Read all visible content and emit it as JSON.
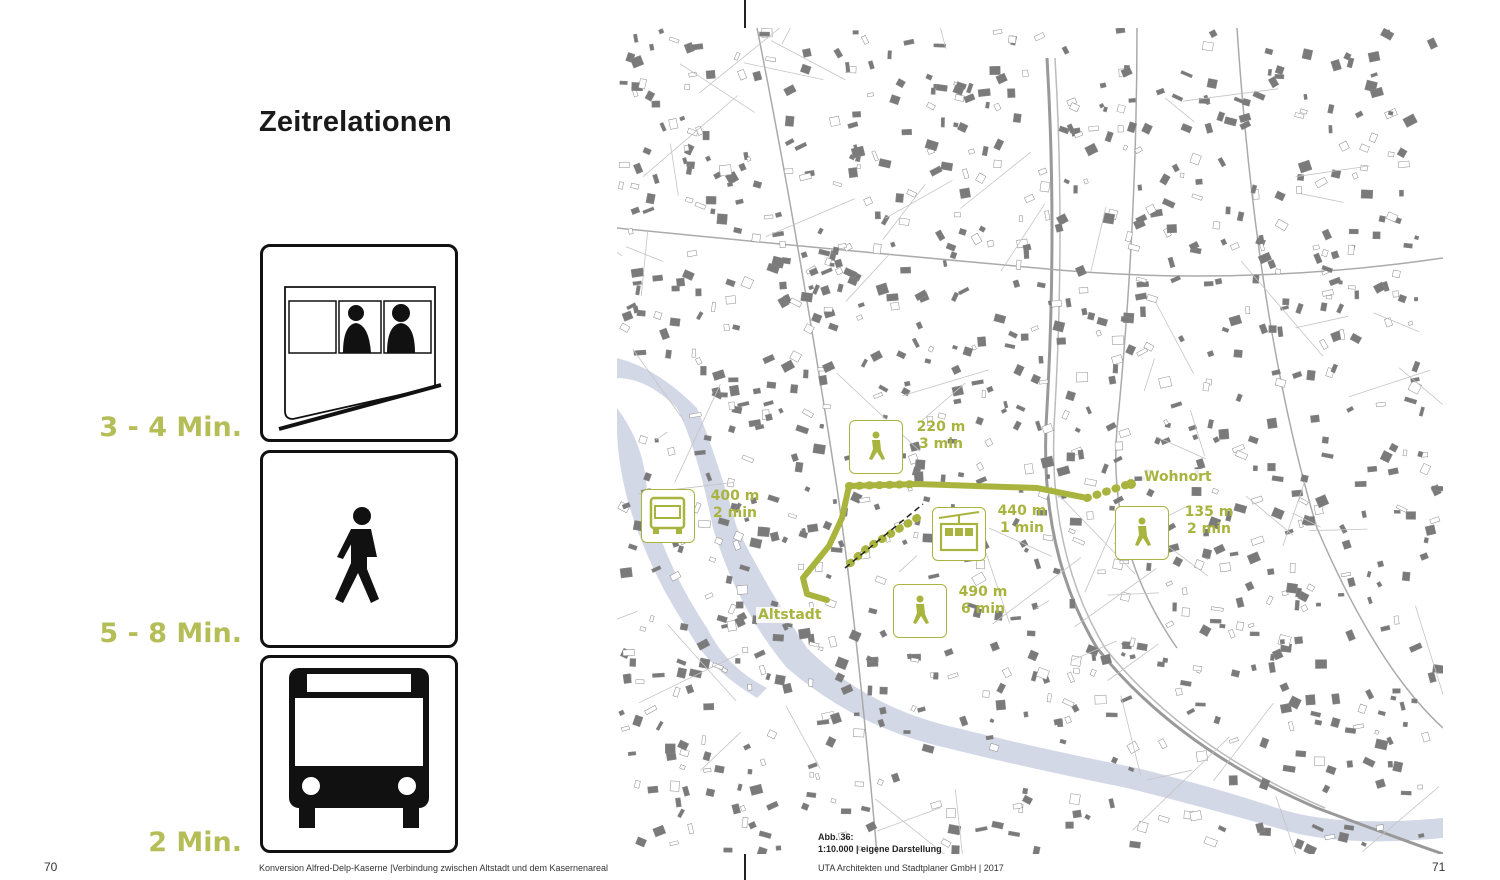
{
  "page": {
    "title": "Zeitrelationen",
    "page_left": "70",
    "page_right": "71",
    "footer_left": "Konversion Alfred-Delp-Kaserne  |Verbindung zwischen Altstadt und dem Kasernenareal",
    "footer_right": "UTA Architekten und Stadtplaner GmbH | 2017"
  },
  "modes": [
    {
      "time": "3 - 4 Min.",
      "icon": "cable-car-icon"
    },
    {
      "time": "5 - 8 Min.",
      "icon": "pedestrian-icon"
    },
    {
      "time": "2 Min.",
      "icon": "bus-icon"
    }
  ],
  "map": {
    "places": {
      "start": "Altstadt",
      "end": "Wohnort"
    },
    "segments": [
      {
        "icon": "bus-icon",
        "distance": "400 m",
        "duration": "2 min"
      },
      {
        "icon": "pedestrian-icon",
        "distance": "220 m",
        "duration": "3 min"
      },
      {
        "icon": "cable-car-icon",
        "distance": "440 m",
        "duration": "1 min"
      },
      {
        "icon": "pedestrian-icon",
        "distance": "490 m",
        "duration": "6 min"
      },
      {
        "icon": "pedestrian-icon",
        "distance": "135 m",
        "duration": "2 min"
      }
    ],
    "caption_line1": "Abb. 36:",
    "caption_line2": "1:10.000 | eigene Darstellung"
  },
  "colors": {
    "accent": "#b5bd57",
    "route": "#a9b43f",
    "water": "#d3d8e6",
    "building": "#7a7a7a"
  }
}
